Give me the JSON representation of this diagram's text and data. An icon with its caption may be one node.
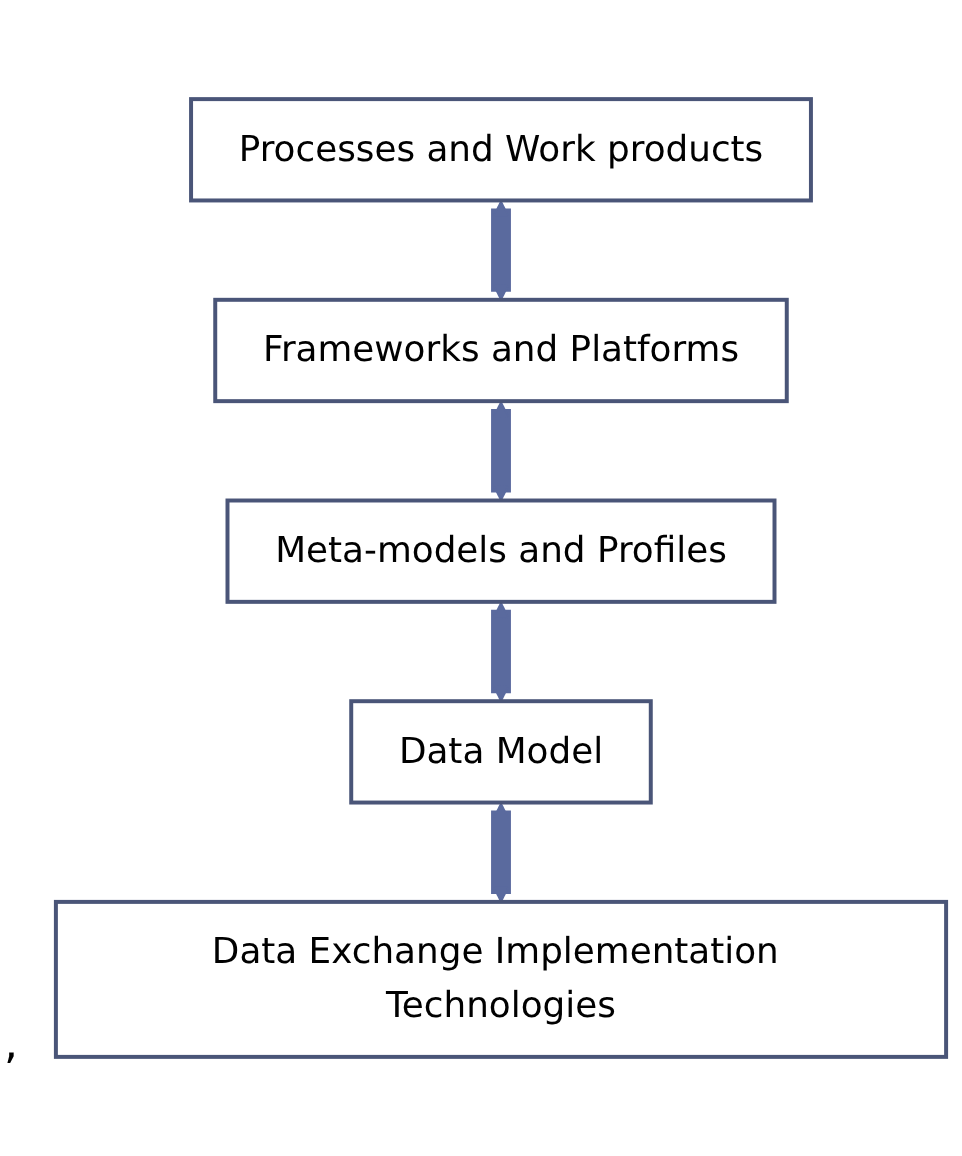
{
  "diagram": {
    "nodes": [
      {
        "text": [
          "Processes and Work products"
        ]
      },
      {
        "text": [
          "Frameworks and Platforms"
        ]
      },
      {
        "text": [
          "Meta-models and Profiles"
        ]
      },
      {
        "text": [
          "Data Model"
        ]
      },
      {
        "text": [
          "Data Exchange Implementation Technologies"
        ]
      }
    ],
    "edges": [
      {
        "from": 0,
        "to": 1,
        "arrow": "both"
      },
      {
        "from": 1,
        "to": 2,
        "arrow": "both"
      },
      {
        "from": 2,
        "to": 3,
        "arrow": "both"
      },
      {
        "from": 3,
        "to": 4,
        "arrow": "both"
      }
    ],
    "labels": [
      ","
    ]
  }
}
